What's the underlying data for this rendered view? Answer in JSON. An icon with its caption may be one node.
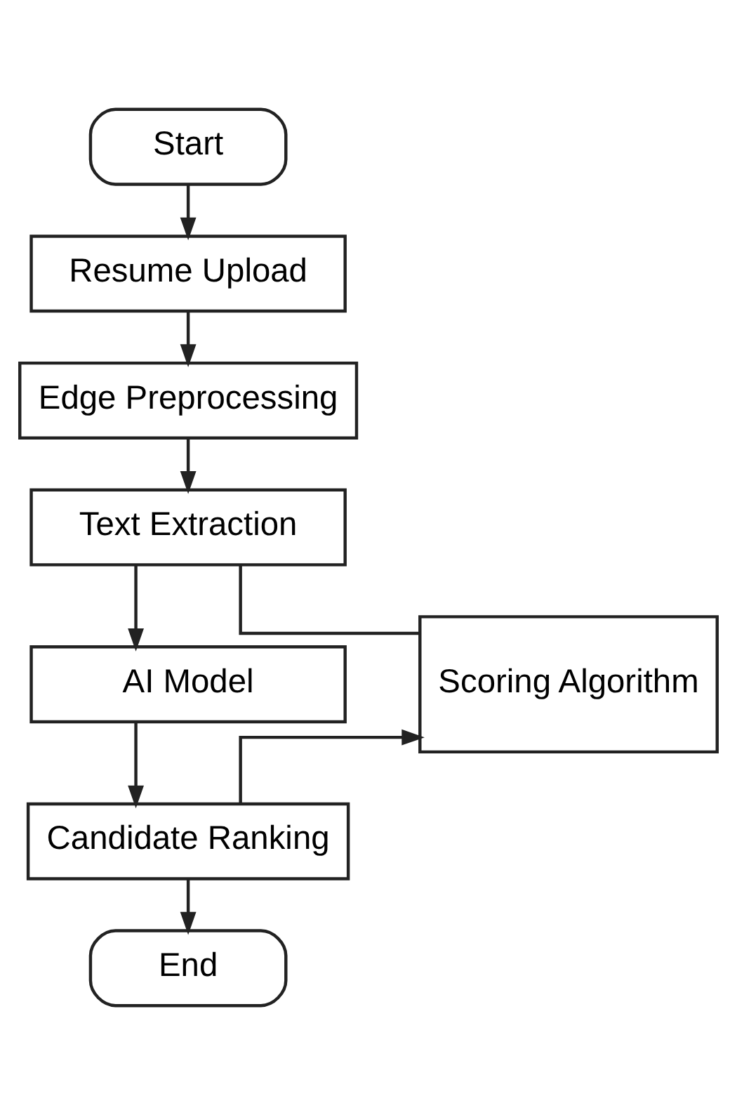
{
  "diagram": {
    "nodes": [
      {
        "text": [
          "Start"
        ]
      },
      {
        "text": [
          "Resume Upload"
        ]
      },
      {
        "text": [
          "Edge Preprocessing"
        ]
      },
      {
        "text": [
          "Text Extraction"
        ]
      },
      {
        "text": [
          "AI Model"
        ]
      },
      {
        "text": [
          "Candidate Ranking"
        ]
      },
      {
        "text": [
          "Scoring Algorithm"
        ]
      },
      {
        "text": [
          "End"
        ]
      }
    ],
    "edges": [
      {
        "from": 0,
        "to": 1,
        "arrow": "to"
      },
      {
        "from": 1,
        "to": 2,
        "arrow": "to"
      },
      {
        "from": 2,
        "to": 3,
        "arrow": "to"
      },
      {
        "from": 3,
        "to": 4,
        "arrow": "to"
      },
      {
        "from": 4,
        "to": 5,
        "arrow": "to"
      },
      {
        "from": 3,
        "to": 6,
        "arrow": "none"
      },
      {
        "from": 5,
        "to": 6,
        "arrow": "to"
      },
      {
        "from": 5,
        "to": 7,
        "arrow": "to"
      }
    ]
  }
}
